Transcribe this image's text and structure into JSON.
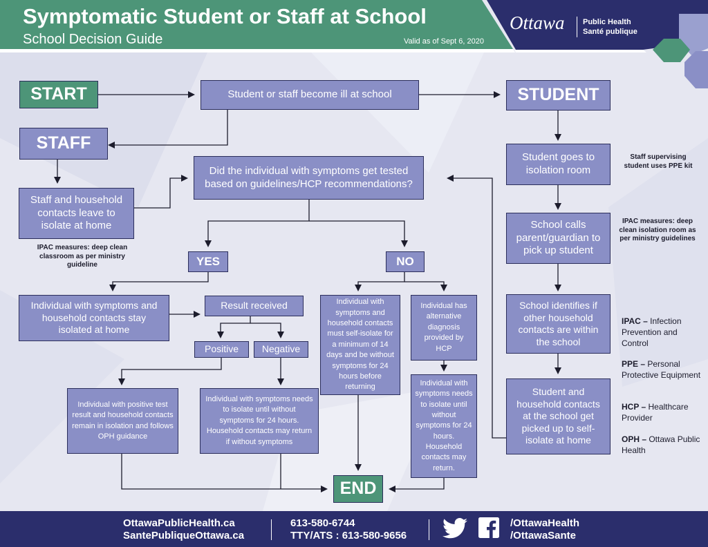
{
  "header": {
    "title": "Symptomatic Student or Staff at School",
    "subtitle": "School Decision Guide",
    "valid": "Valid as of Sept 6, 2020",
    "logo_mark": "Ottawa",
    "logo_en": "Public Health",
    "logo_fr": "Santé publique"
  },
  "flow": {
    "start": "START",
    "ill": "Student or staff become ill at school",
    "student": "STUDENT",
    "staff": "STAFF",
    "tested": "Did the individual with symptoms get tested based on guidelines/HCP recommendations?",
    "staff_leave": "Staff and household contacts leave to isolate at home",
    "staff_ipac": "IPAC measures: deep clean classroom as per ministry guideline",
    "yes": "YES",
    "no": "NO",
    "stay_isolated": "Individual with symptoms and household contacts stay isolated at home",
    "result": "Result received",
    "positive": "Positive",
    "negative": "Negative",
    "positive_action": "Individual with positive test result and household contacts remain in isolation and follows OPH guidance",
    "negative_action": "Individual with symptoms needs to isolate until without symptoms for 24 hours. Household contacts may return if without symptoms",
    "no_test": "Individual with symptoms and household contacts must self-isolate for a minimum of 14 days and be without symptoms for 24 hours before returning",
    "alt_diag": "Individual has alternative diagnosis provided by HCP",
    "alt_action": "Individual with symptoms needs to isolate until without symptoms for 24 hours. Household contacts may return.",
    "end": "END",
    "iso_room": "Student goes to isolation room",
    "iso_note": "Staff supervising student uses PPE kit",
    "calls": "School calls parent/guardian to pick up student",
    "calls_note": "IPAC measures: deep clean isolation room as per ministry guidelines",
    "identifies": "School identifies if other household contacts are within the school",
    "picked_up": "Student and household contacts at the school get picked up to self-isolate at home"
  },
  "legend": {
    "ipac_abbr": "IPAC –",
    "ipac": " Infection Prevention and Control",
    "ppe_abbr": "PPE –",
    "ppe": " Personal Protective Equipment",
    "hcp_abbr": "HCP –",
    "hcp": " Healthcare Provider",
    "oph_abbr": "OPH –",
    "oph": " Ottawa Public Health"
  },
  "footer": {
    "web_en": "OttawaPublicHealth.ca",
    "web_fr": "SantePubliqueOttawa.ca",
    "phone": "613-580-6744",
    "tty": "TTY/ATS : 613-580-9656",
    "social_en": "/OttawaHealth",
    "social_fr": "/OttawaSante"
  },
  "colors": {
    "box_fill": "#8a8fc6",
    "green": "#4d9578",
    "navy": "#2b2e6c"
  },
  "icons": [
    "twitter-icon",
    "facebook-icon"
  ]
}
